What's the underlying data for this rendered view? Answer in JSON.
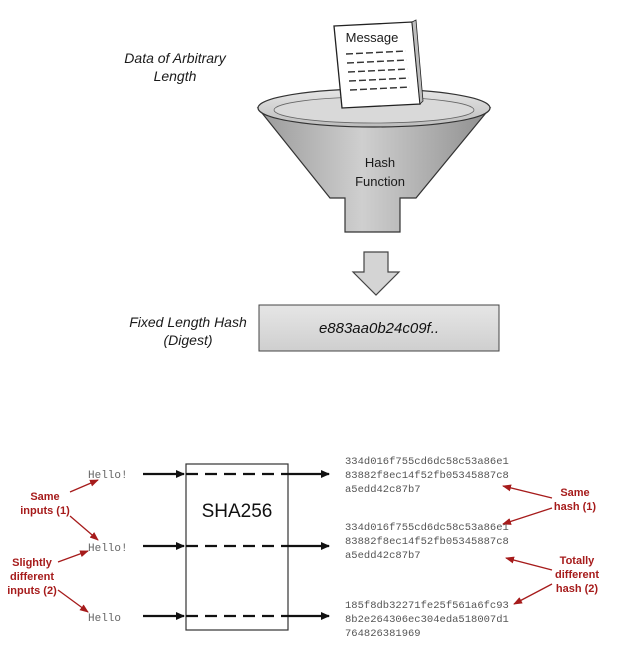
{
  "top": {
    "input_caption": [
      "Data of Arbitrary",
      "Length"
    ],
    "document_title": "Message",
    "funnel_label": [
      "Hash",
      "Function"
    ],
    "output_caption": [
      "Fixed Length Hash",
      "(Digest)"
    ],
    "digest_text": "e883aa0b24c09f.."
  },
  "bottom": {
    "box_label": "SHA256",
    "inputs": [
      "Hello!",
      "Hello!",
      "Hello"
    ],
    "hashes": [
      [
        "334d016f755cd6dc58c53a86e1",
        "83882f8ec14f52fb05345887c8",
        "a5edd42c87b7"
      ],
      [
        "334d016f755cd6dc58c53a86e1",
        "83882f8ec14f52fb05345887c8",
        "a5edd42c87b7"
      ],
      [
        "185f8db32271fe25f561a6fc93",
        "8b2e264306ec304eda518007d1",
        "764826381969"
      ]
    ],
    "annotations": {
      "same_inputs": [
        "Same",
        "inputs (1)"
      ],
      "slightly_different": [
        "Slightly",
        "different",
        "inputs (2)"
      ],
      "same_hash": [
        "Same",
        "hash (1)"
      ],
      "totally_different": [
        "Totally",
        "different",
        "hash (2)"
      ]
    },
    "colors": {
      "annotation": "#a61b1b"
    }
  }
}
